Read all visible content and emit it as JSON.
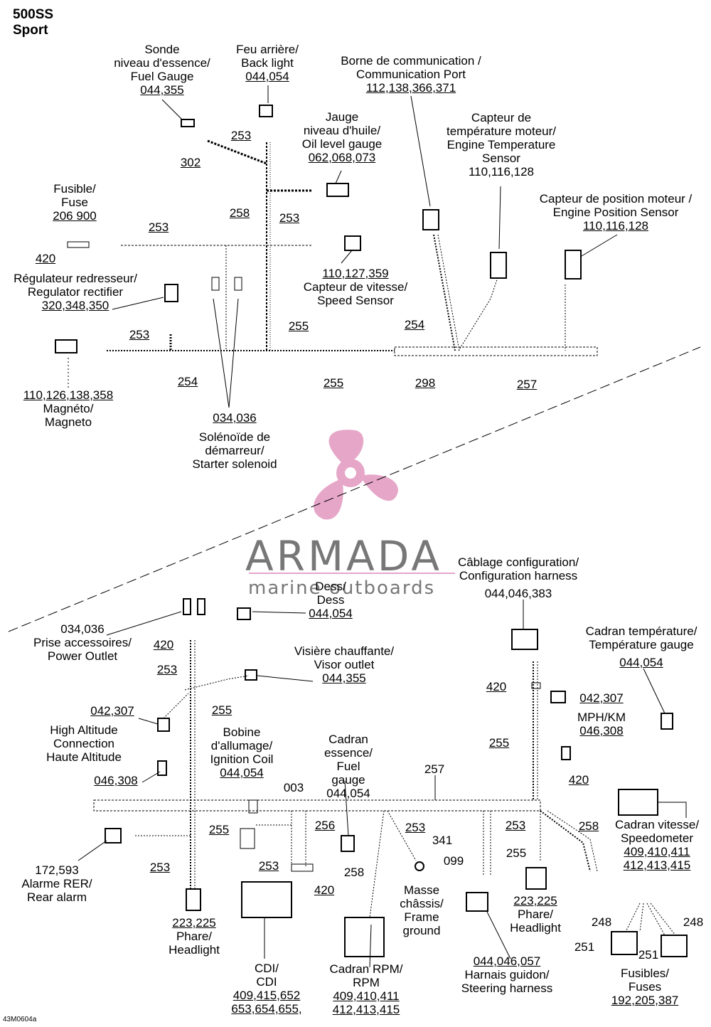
{
  "header": {
    "model": "500SS",
    "variant": "Sport"
  },
  "drawing_code": "43M0604a",
  "watermark": {
    "brand": "ARMADA",
    "tagline": "marine outboards",
    "accent": "#e6a6c8"
  },
  "components": {
    "fuel_gauge_sender": {
      "fr": "Sonde",
      "fr2": "niveau d'essence/",
      "en": "Fuel Gauge",
      "ref": "044,355"
    },
    "back_light": {
      "fr": "Feu arrière/",
      "en": "Back light",
      "ref": "044,054"
    },
    "comm_port": {
      "fr": "Borne de communication /",
      "en": "Communication Port",
      "ref": "112,138,366,371"
    },
    "oil_gauge": {
      "fr": "Jauge",
      "fr2": "niveau d'huile/",
      "en": "Oil level gauge",
      "ref": "062,068,073"
    },
    "engine_temp": {
      "fr": "Capteur de",
      "fr2": "température moteur/",
      "en": "Engine Temperature",
      "en2": "Sensor",
      "ref": "110,116,128"
    },
    "engine_pos": {
      "fr": "Capteur de position moteur /",
      "en": "Engine Position Sensor",
      "ref": "110,116,128"
    },
    "fuse": {
      "fr": "Fusible/",
      "en": "Fuse",
      "ref": "206 900"
    },
    "regulator": {
      "fr": "Régulateur redresseur/",
      "en": "Regulator rectifier",
      "ref": "320,348,350"
    },
    "speed_sensor": {
      "ref": "110,127,359",
      "fr": "Capteur de vitesse/",
      "en": "Speed Sensor"
    },
    "magneto": {
      "ref": "110,126,138,358",
      "fr": "Magnéto/",
      "en": "Magneto"
    },
    "starter_solenoid": {
      "ref": "034,036",
      "fr": "Solénoïde de",
      "fr2": "démarreur/",
      "en": "Starter solenoid"
    },
    "config_harness": {
      "fr": "Câblage configuration/",
      "en": "Configuration harness",
      "ref": "044,046,383"
    },
    "dess": {
      "fr": "Dess/",
      "en": "Dess",
      "ref": "044,054"
    },
    "power_outlet": {
      "ref": "034,036",
      "fr": "Prise accessoires/",
      "en": "Power Outlet"
    },
    "visor_outlet": {
      "fr": "Visière chauffante/",
      "en": "Visor outlet",
      "ref": "044,355"
    },
    "temp_gauge": {
      "fr": "Cadran température/",
      "en": "Température gauge",
      "ref": "044,054"
    },
    "mph_km": {
      "ref_a": "042,307",
      "label": "MPH/KM",
      "ref_b": "046,308"
    },
    "high_alt": {
      "ref_a": "042,307",
      "en": "High Altitude",
      "en2": "Connection",
      "fr": "Haute Altitude",
      "ref_b": "046,308"
    },
    "ignition_coil": {
      "fr": "Bobine",
      "fr2": "d'allumage/",
      "en": "Ignition Coil",
      "ref": "044,054"
    },
    "fuel_gauge": {
      "fr": "Cadran",
      "fr2": "essence/",
      "en": "Fuel",
      "en2": "gauge",
      "ref": "044,054"
    },
    "speedometer": {
      "fr": "Cadran vitesse/",
      "en": "Speedometer",
      "ref": "409,410,411",
      "ref2": "412,413,415"
    },
    "rear_alarm": {
      "ref": "172,593",
      "fr": "Alarme RER/",
      "en": "Rear alarm"
    },
    "headlight_left": {
      "ref": "223,225",
      "fr": "Phare/",
      "en": "Headlight"
    },
    "headlight_right": {
      "ref": "223,225",
      "fr": "Phare/",
      "en": "Headlight"
    },
    "cdi": {
      "fr": "CDI/",
      "en": "CDI",
      "ref": "409,415,652",
      "ref2": "653,654,655,"
    },
    "rpm": {
      "fr": "Cadran RPM/",
      "en": "RPM",
      "ref": "409,410,411",
      "ref2": "412,413,415"
    },
    "frame_ground": {
      "ref_a": "341",
      "ref_b": "099",
      "fr": "Masse",
      "fr2": "châssis/",
      "en": "Frame",
      "en2": "ground"
    },
    "steering_harness": {
      "ref": "044,046,057",
      "fr": "Harnais guidon/",
      "en": "Steering harness"
    },
    "fuses": {
      "fr": "Fusibles/",
      "en": "Fuses",
      "ref": "192,205,387"
    }
  },
  "wire_refs": {
    "w302": "302",
    "w253a": "253",
    "w258a": "258",
    "w253b": "253",
    "w253c": "253",
    "w420a": "420",
    "w253d": "253",
    "w255a": "255",
    "w254a": "254",
    "w254b": "254",
    "w255b": "255",
    "w298": "298",
    "w257a": "257",
    "w420b": "420",
    "w253e": "253",
    "w255c": "255",
    "w420c": "420",
    "w255d": "255",
    "w257b": "257",
    "w003": "003",
    "w420d": "420",
    "w258b": "258",
    "w255e": "255",
    "w256": "256",
    "w253f": "253",
    "w253g": "253",
    "w253h": "253",
    "w258c": "258",
    "w420e": "420",
    "w255f": "255",
    "w248a": "248",
    "w248b": "248",
    "w251a": "251",
    "w251b": "251"
  }
}
